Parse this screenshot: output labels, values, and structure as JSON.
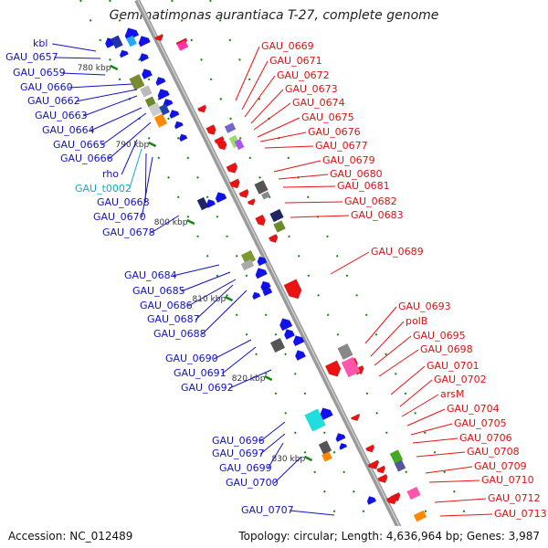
{
  "title": "Gemmatimonas aurantiaca T-27, complete genome",
  "footer": {
    "accession": "Accession: NC_012489",
    "topology": "Topology: circular; Length: 4,636,964 bp; Genes: 3,987"
  },
  "colors": {
    "backbone": "#999999",
    "forward": "#ee1111",
    "reverse": "#1111ee",
    "trna": "#00aacc",
    "tick": "#118811"
  },
  "ticks": [
    "780 kbp",
    "790 kbp",
    "800 kbp",
    "810 kbp",
    "820 kbp",
    "830 kbp"
  ],
  "left_labels": [
    {
      "text": "kbl",
      "color": "#1111cc"
    },
    {
      "text": "GAU_0657",
      "color": "#1111cc"
    },
    {
      "text": "GAU_0659",
      "color": "#1111cc"
    },
    {
      "text": "GAU_0660",
      "color": "#1111cc"
    },
    {
      "text": "GAU_0662",
      "color": "#1111cc"
    },
    {
      "text": "GAU_0663",
      "color": "#1111cc"
    },
    {
      "text": "GAU_0664",
      "color": "#1111cc"
    },
    {
      "text": "GAU_0665",
      "color": "#1111cc"
    },
    {
      "text": "GAU_0666",
      "color": "#1111cc"
    },
    {
      "text": "rho",
      "color": "#1111cc"
    },
    {
      "text": "GAU_t0002",
      "color": "#11aacc"
    },
    {
      "text": "GAU_0668",
      "color": "#1111cc"
    },
    {
      "text": "GAU_0670",
      "color": "#1111cc"
    },
    {
      "text": "GAU_0678",
      "color": "#1111cc"
    },
    {
      "text": "GAU_0684",
      "color": "#1111cc"
    },
    {
      "text": "GAU_0685",
      "color": "#1111cc"
    },
    {
      "text": "GAU_0686",
      "color": "#1111cc"
    },
    {
      "text": "GAU_0687",
      "color": "#1111cc"
    },
    {
      "text": "GAU_0688",
      "color": "#1111cc"
    },
    {
      "text": "GAU_0690",
      "color": "#1111cc"
    },
    {
      "text": "GAU_0691",
      "color": "#1111cc"
    },
    {
      "text": "GAU_0692",
      "color": "#1111cc"
    },
    {
      "text": "GAU_0696",
      "color": "#1111cc"
    },
    {
      "text": "GAU_0697",
      "color": "#1111cc"
    },
    {
      "text": "GAU_0699",
      "color": "#1111cc"
    },
    {
      "text": "GAU_0700",
      "color": "#1111cc"
    },
    {
      "text": "GAU_0707",
      "color": "#1111cc"
    }
  ],
  "right_labels": [
    {
      "text": "GAU_0669"
    },
    {
      "text": "GAU_0671"
    },
    {
      "text": "GAU_0672"
    },
    {
      "text": "GAU_0673"
    },
    {
      "text": "GAU_0674"
    },
    {
      "text": "GAU_0675"
    },
    {
      "text": "GAU_0676"
    },
    {
      "text": "GAU_0677"
    },
    {
      "text": "GAU_0679"
    },
    {
      "text": "GAU_0680"
    },
    {
      "text": "GAU_0681"
    },
    {
      "text": "GAU_0682"
    },
    {
      "text": "GAU_0683"
    },
    {
      "text": "GAU_0689"
    },
    {
      "text": "GAU_0693"
    },
    {
      "text": "polB"
    },
    {
      "text": "GAU_0695"
    },
    {
      "text": "GAU_0698"
    },
    {
      "text": "GAU_0701"
    },
    {
      "text": "GAU_0702"
    },
    {
      "text": "arsM"
    },
    {
      "text": "GAU_0704"
    },
    {
      "text": "GAU_0705"
    },
    {
      "text": "GAU_0706"
    },
    {
      "text": "GAU_0708"
    },
    {
      "text": "GAU_0709"
    },
    {
      "text": "GAU_0710"
    },
    {
      "text": "GAU_0712"
    },
    {
      "text": "GAU_0713"
    }
  ]
}
